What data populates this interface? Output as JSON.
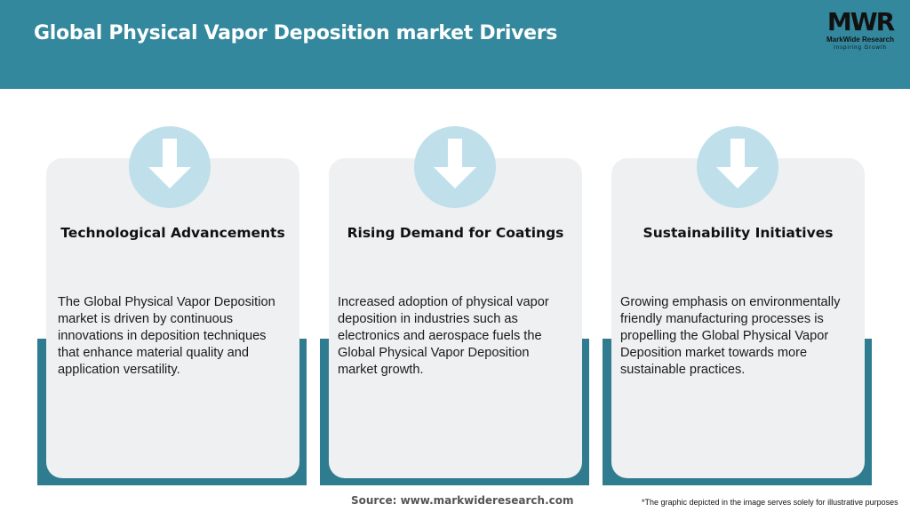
{
  "header": {
    "title": "Global Physical Vapor Deposition market Drivers"
  },
  "logo": {
    "mark": "MWR",
    "name": "MarkWide Research",
    "tagline": "Inspiring Growth"
  },
  "cards": [
    {
      "icon": "arrow-down-icon",
      "title": "Technological Advancements",
      "text": "The Global Physical Vapor Deposition market is driven by continuous innovations in deposition techniques that enhance material quality and application versatility."
    },
    {
      "icon": "arrow-down-icon",
      "title": "Rising Demand for Coatings",
      "text": "Increased adoption of physical vapor deposition in industries such as electronics and aerospace fuels the Global Physical Vapor Deposition market growth."
    },
    {
      "icon": "arrow-down-icon",
      "title": "Sustainability Initiatives",
      "text": "Growing emphasis on environmentally friendly manufacturing processes is propelling the Global Physical Vapor Deposition market towards more sustainable practices."
    }
  ],
  "footer": {
    "source": "Source: www.markwideresearch.com",
    "disclaimer": "*The graphic depicted in the image serves solely for illustrative purposes"
  },
  "colors": {
    "header_bg": "#33889e",
    "card_bg": "#eef0f1",
    "card_shadow": "#2f7c90",
    "icon_circle": "#bfe0ea"
  }
}
